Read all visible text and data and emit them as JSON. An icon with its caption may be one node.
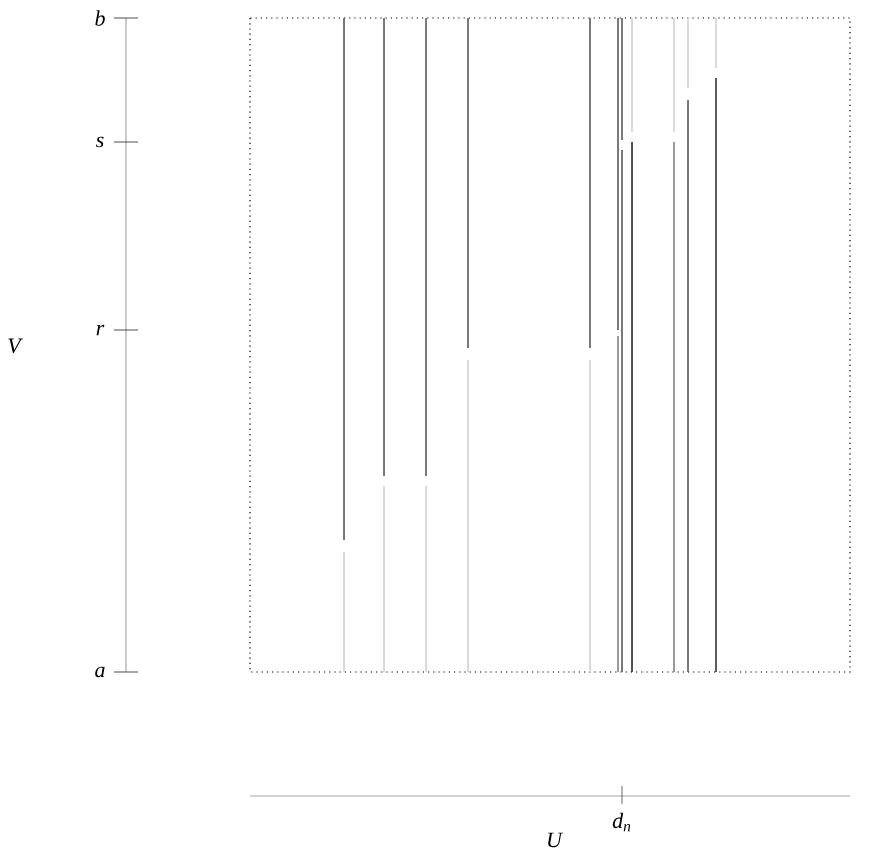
{
  "diagram": {
    "labels": [
      "b",
      "s",
      "r",
      "a",
      "V",
      "U",
      "d$_{n}$"
    ]
  }
}
